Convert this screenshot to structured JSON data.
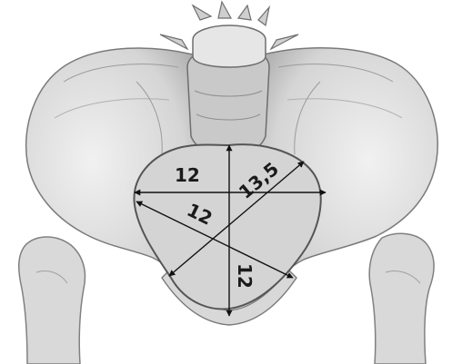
{
  "diagram": {
    "measurements": {
      "transverse": "12",
      "oblique": "12",
      "oblique_right": "13,5",
      "anteroposterior": "12"
    },
    "colors": {
      "bone_fill": "#e3e3e3",
      "bone_shade": "#b9b9b9",
      "bone_outline": "#7a7a7a",
      "inlet_fill": "#d4d4d4",
      "arrow": "#111111"
    }
  }
}
